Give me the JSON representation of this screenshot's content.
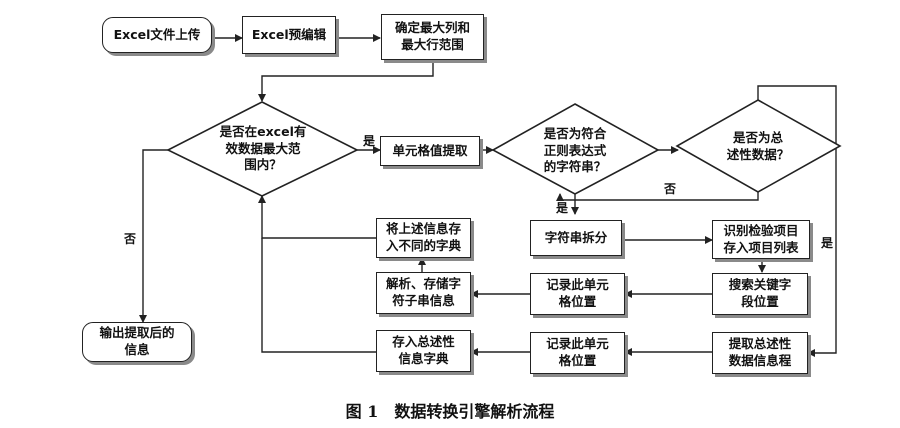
{
  "nodes": {
    "n_upload": "Excel文件上传",
    "n_preedit": "Excel预编辑",
    "n_maxrange": "确定最大列和\n最大行范围",
    "d_inrange": "是否在excel有\n效数据最大范\n围内？",
    "n_extract": "单元格值提取",
    "d_regex": "是否为符合\n正则表达式\n的字符串？",
    "d_summary": "是否为总\n述性数据？",
    "n_output": "输出提取后的\n信息",
    "n_store_diff": "将上述信息存\n入不同的字典",
    "n_split": "字符串拆分",
    "n_identify": "识别检验项目\n存入项目列表",
    "n_parse": "解析、存储字\n符子串信息",
    "n_record1": "记录此单元\n格位置",
    "n_search": "搜索关键字\n段位置",
    "n_store_summary": "存入总述性\n信息字典",
    "n_record2": "记录此单元\n格位置",
    "n_extract_summary": "提取总述性\n数据信息程"
  },
  "edge_labels": {
    "yes_extract": "是",
    "no_output": "否",
    "no_regex": "否",
    "yes_split": "是",
    "yes_summary": "是"
  },
  "caption": "图 1　数据转换引擎解析流程"
}
